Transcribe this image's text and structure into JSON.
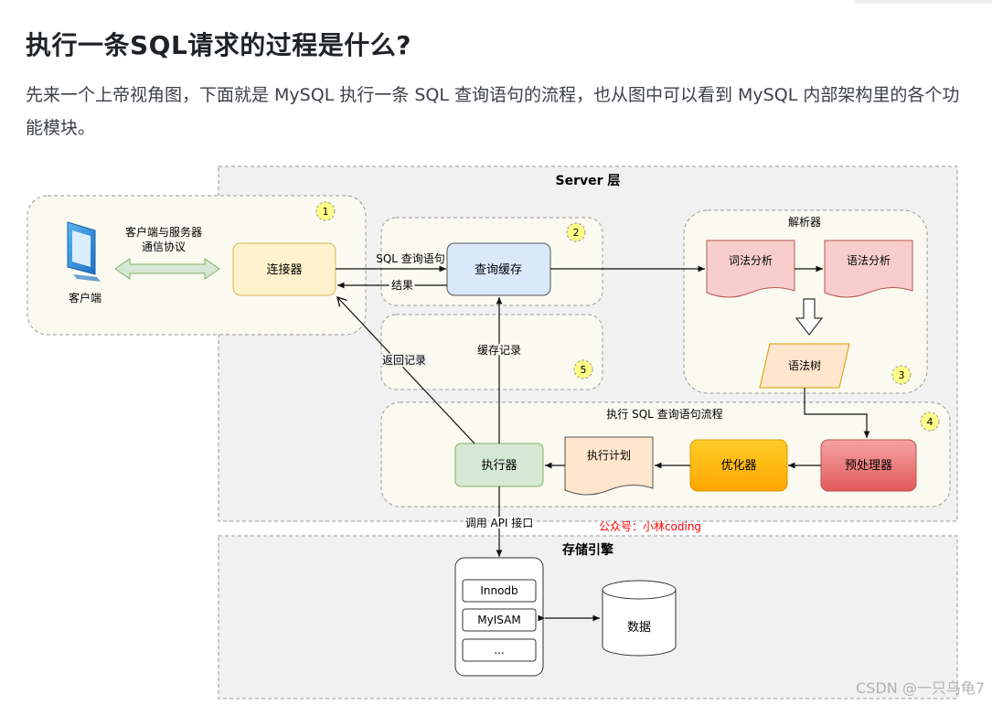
{
  "article": {
    "title": "执行一条SQL请求的过程是什么?",
    "paragraph": "先来一个上帝视角图，下面就是 MySQL 执行一条 SQL 查询语句的流程，也从图中可以看到 MySQL 内部架构里的各个功能模块。"
  },
  "diagram": {
    "server_label": "Server 层",
    "client": {
      "label": "客户端",
      "link_label_line1": "客户端与服务器",
      "link_label_line2": "通信协议"
    },
    "connector": "连接器",
    "query_cache": "查询缓存",
    "sql_query_label": "SQL 查询语句",
    "result_label": "结果",
    "return_record_label": "返回记录",
    "cache_record_label": "缓存记录",
    "parser": {
      "title": "解析器",
      "lexical": "词法分析",
      "syntax": "语法分析",
      "tree": "语法树"
    },
    "exec_flow_title": "执行 SQL 查询语句流程",
    "executor": "执行器",
    "exec_plan": "执行计划",
    "optimizer": "优化器",
    "preprocessor": "预处理器",
    "api_label": "调用 API 接口",
    "public_account": "公众号：小林coding",
    "storage_label": "存储引擎",
    "engines": [
      "Innodb",
      "MyISAM",
      "..."
    ],
    "data_label": "数据",
    "badges": [
      "1",
      "2",
      "3",
      "4",
      "5"
    ]
  },
  "colors": {
    "connector_fill": "#fff2cc",
    "cache_fill": "#dae8fc",
    "doc_fill": "#f8cecc",
    "tree_fill": "#ffe6cc",
    "executor_fill": "#d5e8d4",
    "optimizer_fill": "#ffb000",
    "preprocessor_fill": "#ea6b66",
    "badge_fill": "#ffff88",
    "group_fill": "#fbfaf0",
    "layer_fill": "#f1f1f1",
    "accent_red": "#ff0000"
  },
  "watermark": "CSDN @一只乌龟7"
}
